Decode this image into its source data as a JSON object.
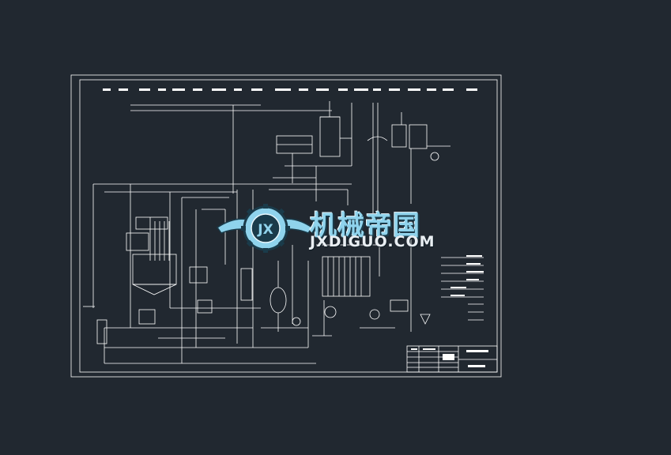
{
  "canvas": {
    "background": "#212830",
    "line_color": "#ffffff"
  },
  "watermark": {
    "logo_text": "JX",
    "title": "机械帝国",
    "subtitle": "JXDIGUO.COM",
    "colors": {
      "primary": "#8fd3ec",
      "dark": "#1a3b4a"
    }
  }
}
